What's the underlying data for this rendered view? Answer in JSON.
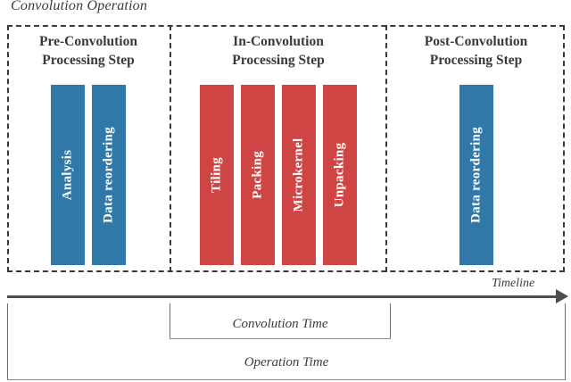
{
  "diagram": {
    "title": "Convolution Operation",
    "panels": [
      {
        "id": "pre-convolution",
        "title_line1": "Pre-Convolution",
        "title_line2": "Processing Step",
        "color": "#3078a8",
        "bars": [
          {
            "label": "Analysis",
            "color": "#3078a8"
          },
          {
            "label": "Data reordering",
            "color": "#3078a8"
          }
        ]
      },
      {
        "id": "in-convolution",
        "title_line1": "In-Convolution",
        "title_line2": "Processing Step",
        "color": "#cf4544",
        "bars": [
          {
            "label": "Tiling",
            "color": "#cf4544"
          },
          {
            "label": "Packing",
            "color": "#cf4544"
          },
          {
            "label": "Microkernel",
            "color": "#cf4544"
          },
          {
            "label": "Unpacking",
            "color": "#cf4544"
          }
        ]
      },
      {
        "id": "post-convolution",
        "title_line1": "Post-Convolution",
        "title_line2": "Processing Step",
        "color": "#3078a8",
        "bars": [
          {
            "label": "Data reordering",
            "color": "#3078a8"
          }
        ]
      }
    ],
    "timeline": {
      "label": "Timeline",
      "arrow": "right-arrow-icon"
    },
    "brackets": [
      {
        "id": "convolution-time",
        "label": "Convolution Time"
      },
      {
        "id": "operation-time",
        "label": "Operation Time"
      }
    ],
    "colors": {
      "blue": "#3078a8",
      "red": "#cf4544",
      "frame": "#3a3a3a",
      "timeline": "#4d4d4d",
      "bracket": "#8a8a8a"
    }
  }
}
